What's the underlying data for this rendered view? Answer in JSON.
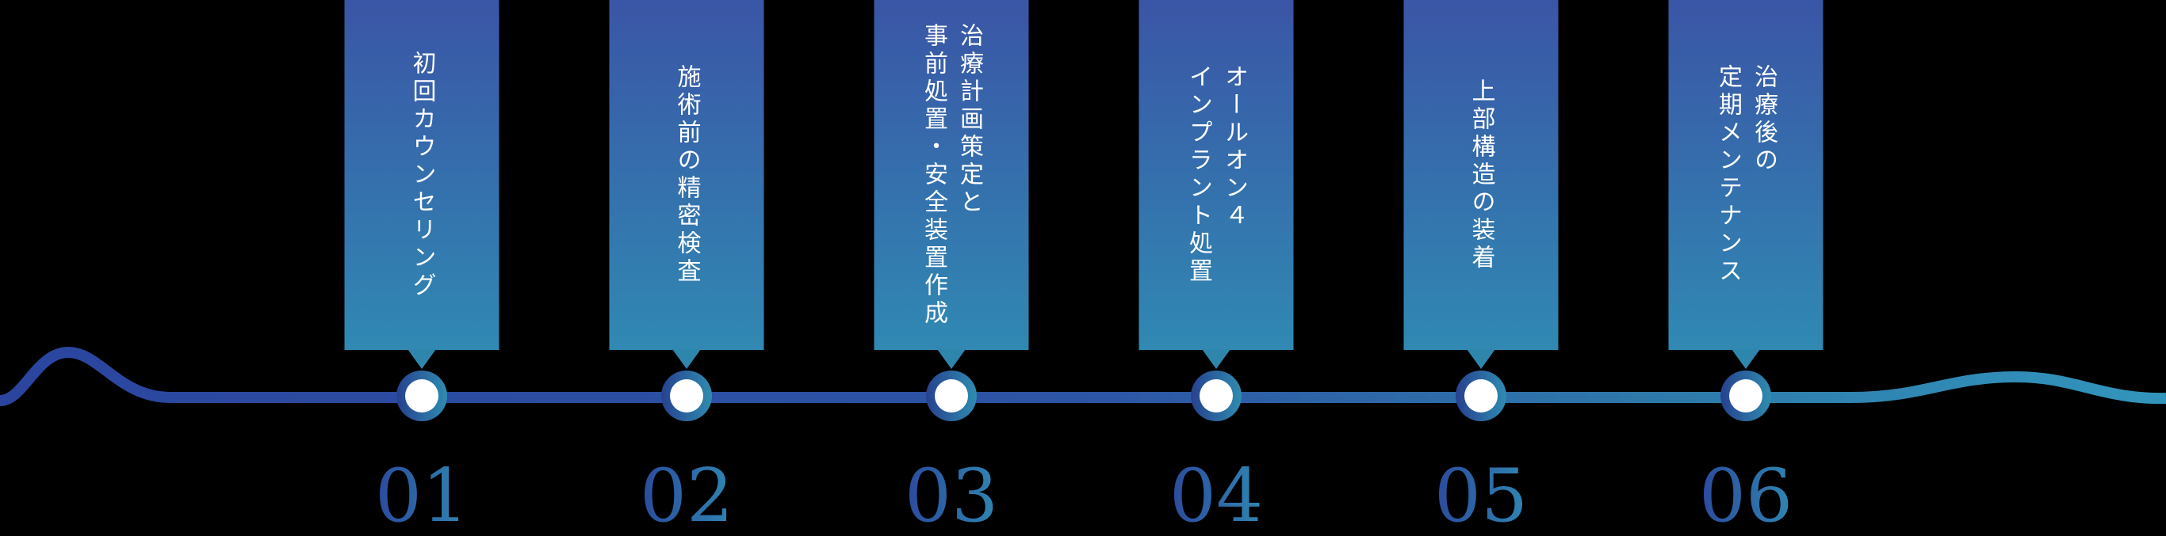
{
  "diagram": {
    "type": "process-timeline",
    "background_color": "#000000",
    "colors": {
      "line_start": "#2b459e",
      "line_mid": "#2d55a5",
      "line_mid2": "#2e7bab",
      "line_end": "#3295bc",
      "banner_top": "#3a55a6",
      "banner_bottom": "#3089b3",
      "pointer": "#2f86ad",
      "node_ring_left": "#27418f",
      "node_ring_right": "#2e8cb0",
      "node_center": "#ffffff",
      "number_left": "#2b4a9d",
      "number_right": "#2f86b2",
      "label_text": "#ffffff"
    }
  },
  "steps": [
    {
      "number": "01",
      "label": "初回カウンセリング"
    },
    {
      "number": "02",
      "label": "施術前の精密検査"
    },
    {
      "number": "03",
      "label": "治療計画策定と\n事前処置・安全装置作成"
    },
    {
      "number": "04",
      "label": "オールオン４\nインプラント処置"
    },
    {
      "number": "05",
      "label": "上部構造の装着"
    },
    {
      "number": "06",
      "label": "治療後の\n定期メンテナンス"
    }
  ]
}
